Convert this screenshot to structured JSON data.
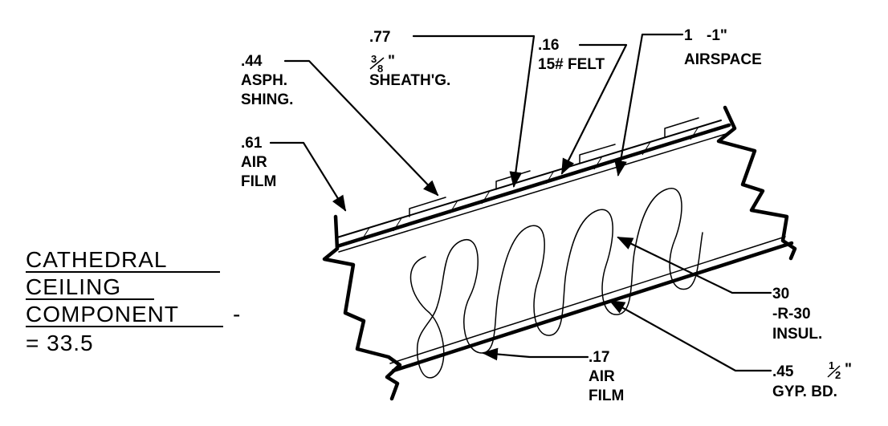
{
  "title": {
    "line1": "CATHEDRAL",
    "line2": "CEILING",
    "line3": "COMPONENT",
    "dash": "-",
    "total": "= 33.5"
  },
  "callouts": {
    "shingles": {
      "value": ".44",
      "line1": "ASPH.",
      "line2": "SHING."
    },
    "sheathing": {
      "value": ".77",
      "size_num": "3",
      "size_den": "8",
      "unit": "\"",
      "line2": "SHEATH'G."
    },
    "felt": {
      "value": ".16",
      "line1": "15# FELT"
    },
    "airspace": {
      "value": "1",
      "size": "-1\"",
      "line1": "AIRSPACE"
    },
    "outer_air_film": {
      "value": ".61",
      "line1": "AIR",
      "line2": "FILM"
    },
    "insulation": {
      "value": "30",
      "line1": "-R-30",
      "line2": "INSUL."
    },
    "inner_air_film": {
      "value": ".17",
      "line1": "AIR",
      "line2": "FILM"
    },
    "gypsum": {
      "value": ".45",
      "size_num": "1",
      "size_den": "2",
      "unit": "\"",
      "line1": "GYP. BD."
    }
  }
}
